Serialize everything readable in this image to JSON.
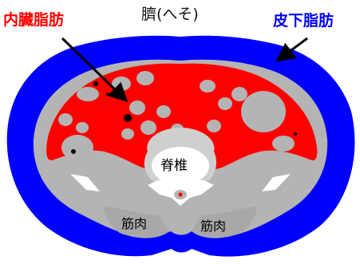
{
  "labels": {
    "visceral_fat": "内臓脂肪",
    "subcutaneous_fat": "皮下脂肪",
    "navel": "臍(へそ)",
    "spine": "脊椎",
    "muscle_left": "筋肉",
    "muscle_right": "筋肉"
  },
  "colors": {
    "visceral_fat": "#ff0000",
    "subcutaneous_fat": "#0000ff",
    "muscle": "#b4b4b4",
    "bone": "#ffffff",
    "navel_text": "#111111",
    "label_text": "#000000"
  }
}
